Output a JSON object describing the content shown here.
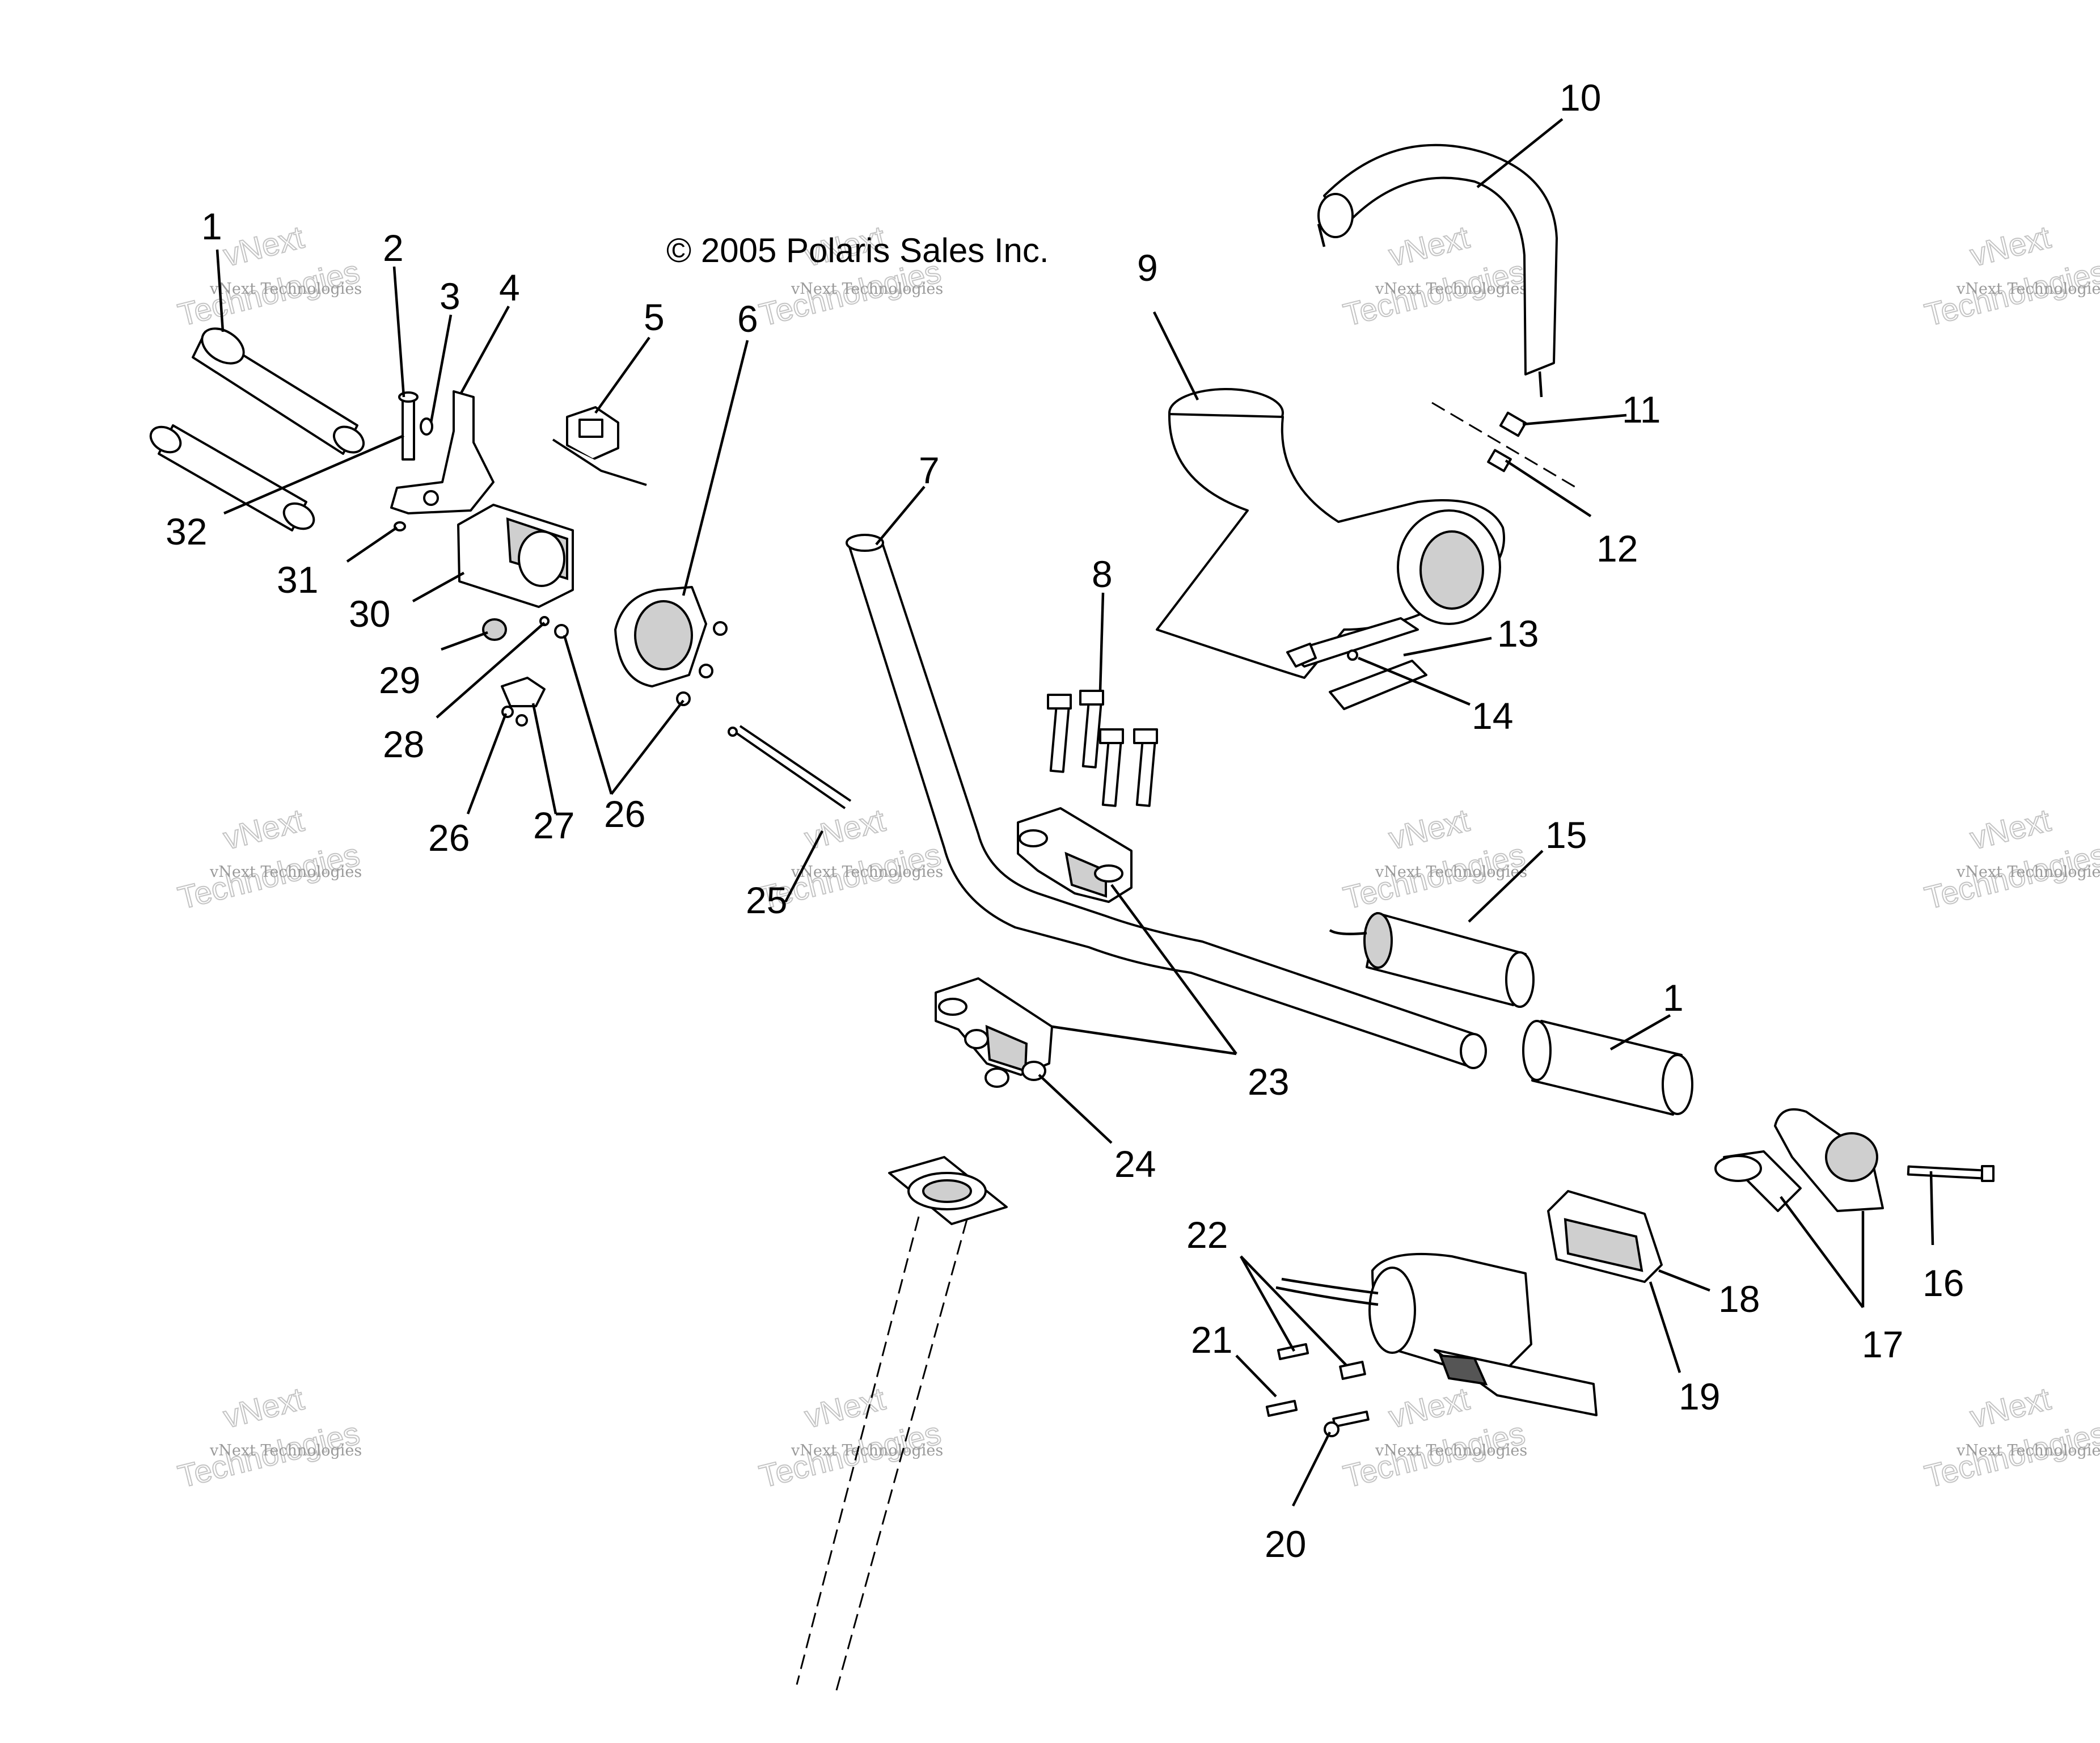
{
  "copyright": "© 2005 Polaris Sales Inc.",
  "watermark": {
    "small": "vNext Technologies",
    "big_top": "vNext",
    "big_bottom": "Technologies"
  },
  "callouts": [
    "1",
    "2",
    "3",
    "4",
    "5",
    "6",
    "7",
    "8",
    "9",
    "10",
    "11",
    "12",
    "13",
    "14",
    "15",
    "1",
    "16",
    "17",
    "18",
    "19",
    "20",
    "21",
    "22",
    "23",
    "24",
    "25",
    "26",
    "26",
    "27",
    "28",
    "29",
    "30",
    "31",
    "32"
  ]
}
